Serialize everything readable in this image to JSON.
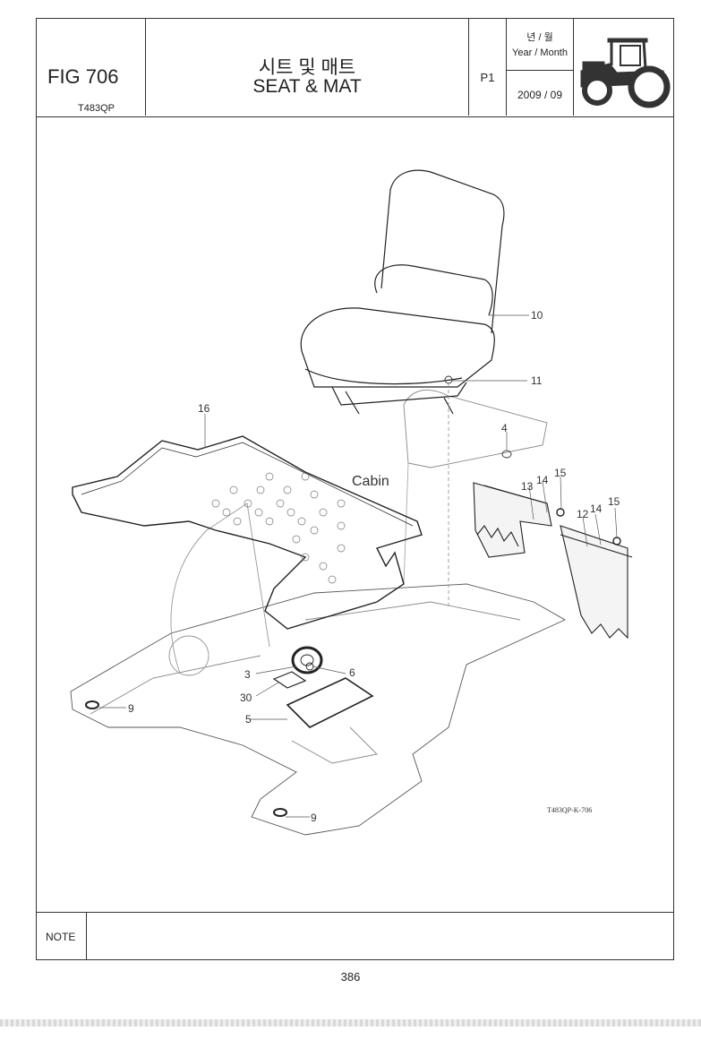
{
  "header": {
    "fig_label": "FIG 706",
    "model": "T483QP",
    "title_ko": "시트 및 매트",
    "title_en": "SEAT & MAT",
    "page_code": "P1",
    "ym_ko": "년 / 월",
    "ym_en": "Year / Month",
    "ym_value": "2009  / 09",
    "tractor_icon": "tractor-icon"
  },
  "diagram": {
    "cabin_label": "Cabin",
    "drawing_code": "T483QP-K-706",
    "callouts": [
      "10",
      "11",
      "16",
      "4",
      "13",
      "14",
      "15",
      "12",
      "14",
      "15",
      "3",
      "6",
      "30",
      "9",
      "5",
      "9"
    ]
  },
  "note": {
    "label": "NOTE"
  },
  "page_number": "386"
}
